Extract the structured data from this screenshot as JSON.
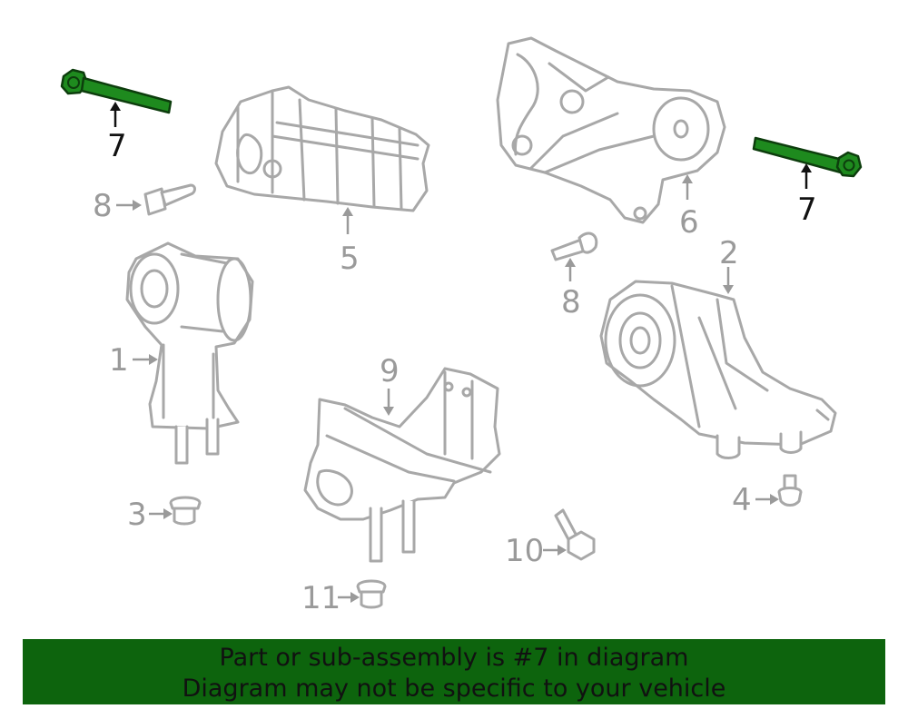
{
  "callouts": {
    "c1": "1",
    "c2": "2",
    "c3": "3",
    "c4": "4",
    "c5": "5",
    "c6": "6",
    "c7a": "7",
    "c7b": "7",
    "c8a": "8",
    "c8b": "8",
    "c9": "9",
    "c10": "10",
    "c11": "11"
  },
  "highlight_part": "7",
  "colors": {
    "highlight": "#1e8a1e",
    "banner_bg": "#0d640d",
    "line_art": "#a8a8a8"
  },
  "banner": {
    "line1": "Part or sub-assembly is #7 in diagram",
    "line2": "Diagram may not be specific to your vehicle"
  }
}
